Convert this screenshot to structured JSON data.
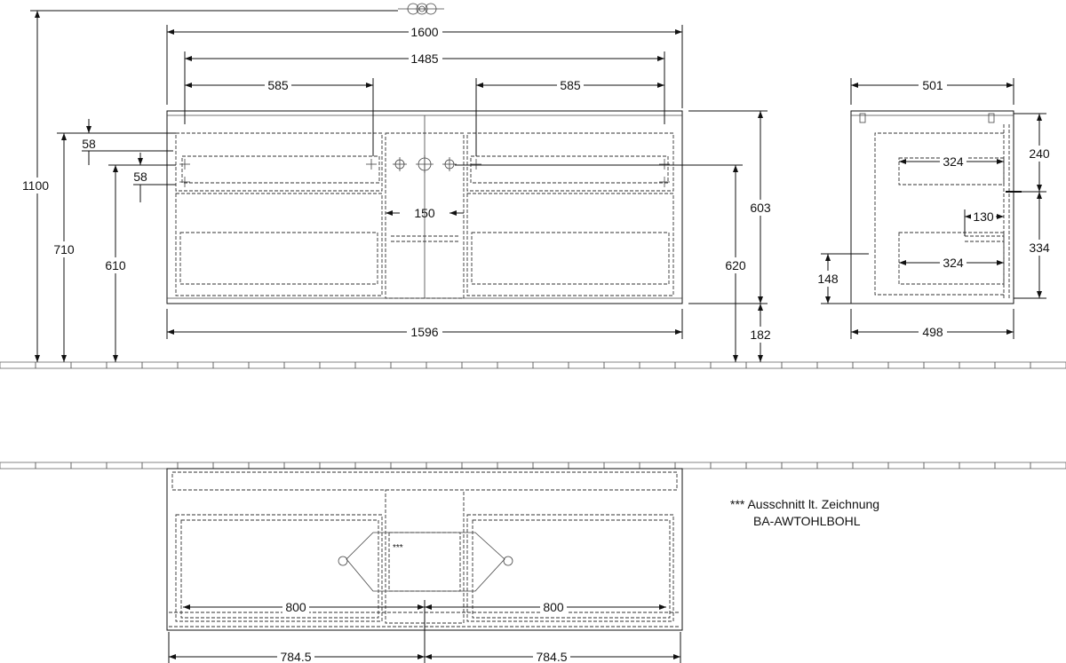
{
  "front_view": {
    "overall_height": "1100",
    "height_710": "710",
    "height_610": "610",
    "dim_58_top": "58",
    "dim_58_bottom": "58",
    "width_1600": "1600",
    "width_1485": "1485",
    "width_585_left": "585",
    "width_585_right": "585",
    "width_150": "150",
    "width_1596": "1596",
    "height_603": "603",
    "height_620": "620",
    "height_182": "182"
  },
  "side_view": {
    "depth_501": "501",
    "depth_498": "498",
    "height_240": "240",
    "height_334": "334",
    "depth_324_top": "324",
    "depth_324_bottom": "324",
    "depth_130": "130",
    "height_148": "148"
  },
  "top_view": {
    "width_800_left": "800",
    "width_800_right": "800",
    "width_784_left": "784.5",
    "width_784_right": "784.5",
    "cutout_marker": "***"
  },
  "note": {
    "line1": "*** Ausschnitt lt. Zeichnung",
    "line2": "BA-AWTOHLBOHL"
  }
}
